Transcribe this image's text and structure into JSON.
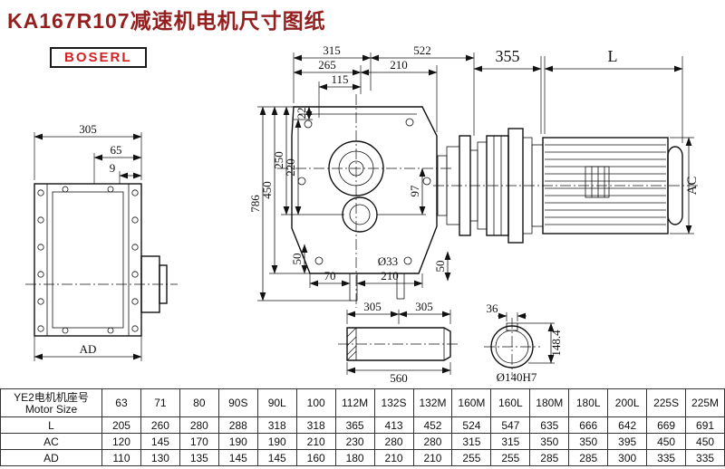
{
  "page": {
    "title": "KA167R107减速机电机尺寸图纸",
    "brand": "BOSERL"
  },
  "drawing": {
    "side_view": {
      "w": "305",
      "d65": "65",
      "d9": "9",
      "ad": "AD"
    },
    "front_view": {
      "d315": "315",
      "d522": "522",
      "d265": "265",
      "d210_top": "210",
      "d115": "115",
      "d22": "22",
      "d220": "220",
      "d250": "250",
      "d450": "450",
      "d786": "786",
      "d97": "97",
      "d50_left": "50",
      "d70": "70",
      "d210_bottom": "210",
      "d33": "Ø33",
      "d50_right": "50"
    },
    "motor_view": {
      "d355": "355",
      "len": "L",
      "ac": "AC"
    },
    "shaft_view": {
      "d305a": "305",
      "d305b": "305",
      "d560": "560"
    },
    "flange_view": {
      "d36": "36",
      "d148": "148.4",
      "d140": "Ø140H7"
    }
  },
  "table": {
    "header_cn": "YE2电机机座号",
    "header_en": "Motor Size",
    "sizes": [
      "63",
      "71",
      "80",
      "90S",
      "90L",
      "100",
      "112M",
      "132S",
      "132M",
      "160M",
      "160L",
      "180M",
      "180L",
      "200L",
      "225S",
      "225M"
    ],
    "rows": [
      {
        "label": "L",
        "values": [
          "205",
          "260",
          "280",
          "288",
          "318",
          "318",
          "365",
          "413",
          "452",
          "524",
          "547",
          "635",
          "666",
          "642",
          "669",
          "691"
        ]
      },
      {
        "label": "AC",
        "values": [
          "120",
          "145",
          "170",
          "190",
          "190",
          "210",
          "230",
          "280",
          "280",
          "315",
          "315",
          "350",
          "350",
          "395",
          "450",
          "450"
        ]
      },
      {
        "label": "AD",
        "values": [
          "110",
          "130",
          "135",
          "145",
          "145",
          "160",
          "180",
          "210",
          "210",
          "255",
          "255",
          "285",
          "285",
          "300",
          "335",
          "335"
        ]
      }
    ]
  }
}
